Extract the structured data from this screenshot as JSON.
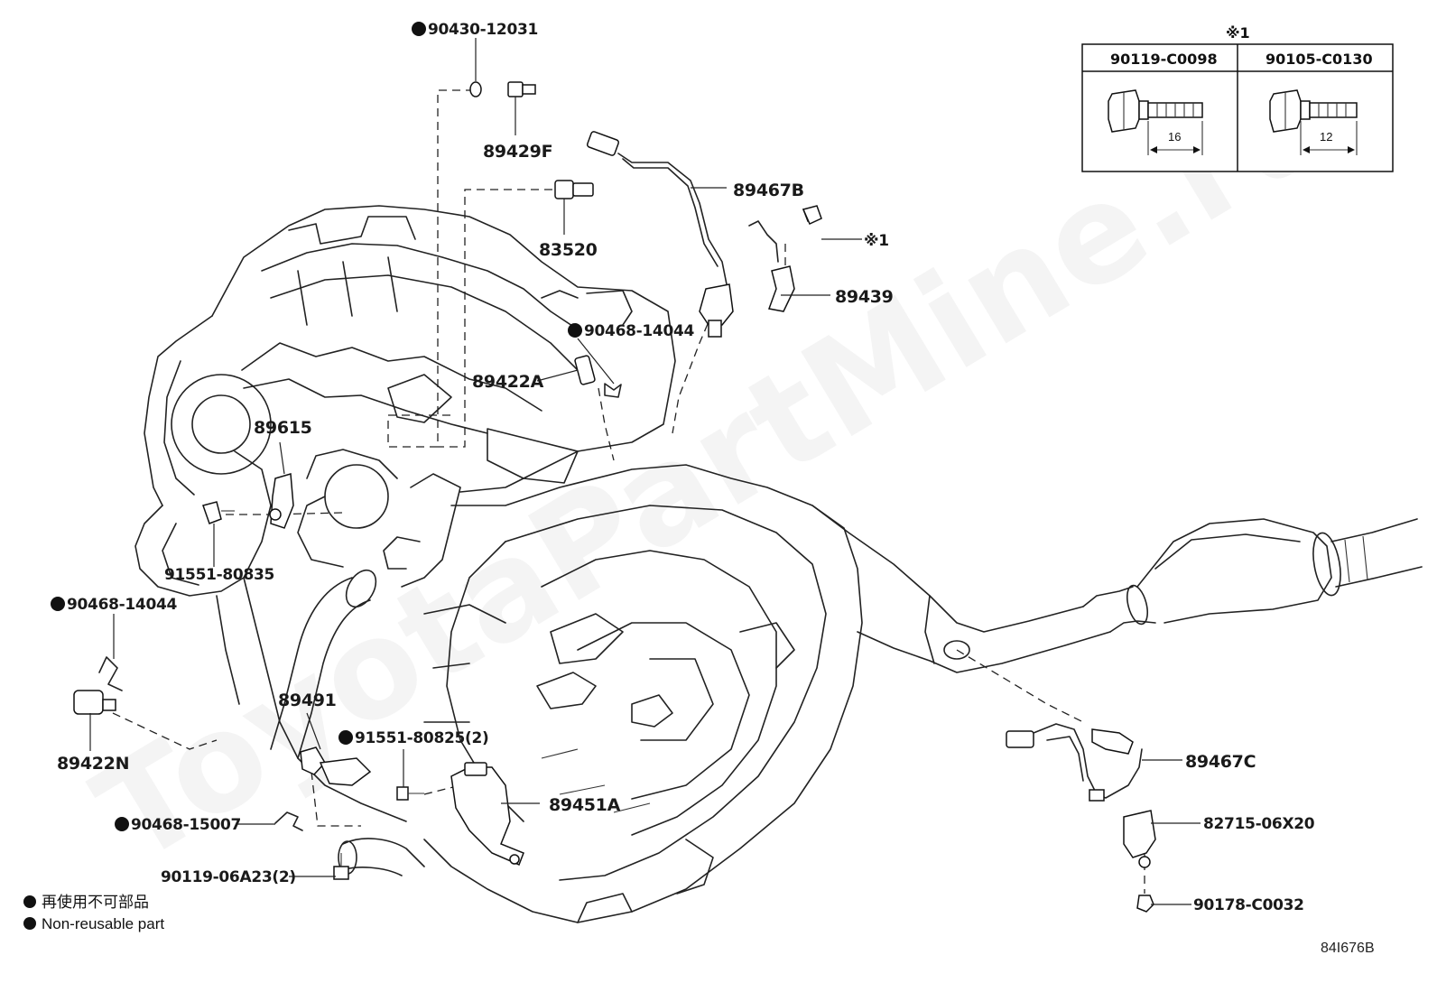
{
  "watermark": "ToyotaPartMine.ru",
  "ref_mark": "※1",
  "table": {
    "header_mark": "※1",
    "col1": {
      "part": "90119-C0098",
      "length": "16"
    },
    "col2": {
      "part": "90105-C0130",
      "length": "12"
    }
  },
  "labels": {
    "p90430": "90430-12031",
    "p89429F": "89429F",
    "p83520": "83520",
    "p89467B": "89467B",
    "p89439": "89439",
    "p90468a": "90468-14044",
    "p89422A": "89422A",
    "p89615": "89615",
    "p91551a": "91551-80835",
    "p90468b": "90468-14044",
    "p89422N": "89422N",
    "p89491": "89491",
    "p91551b": "91551-80825(2)",
    "p89451A": "89451A",
    "p90468c": "90468-15007",
    "p90119": "90119-06A23(2)",
    "p89467C": "89467C",
    "p82715": "82715-06X20",
    "p90178": "90178-C0032"
  },
  "legend": {
    "line1": "再使用不可部品",
    "line2": "Non-reusable part"
  },
  "diagram_code": "84I676B"
}
